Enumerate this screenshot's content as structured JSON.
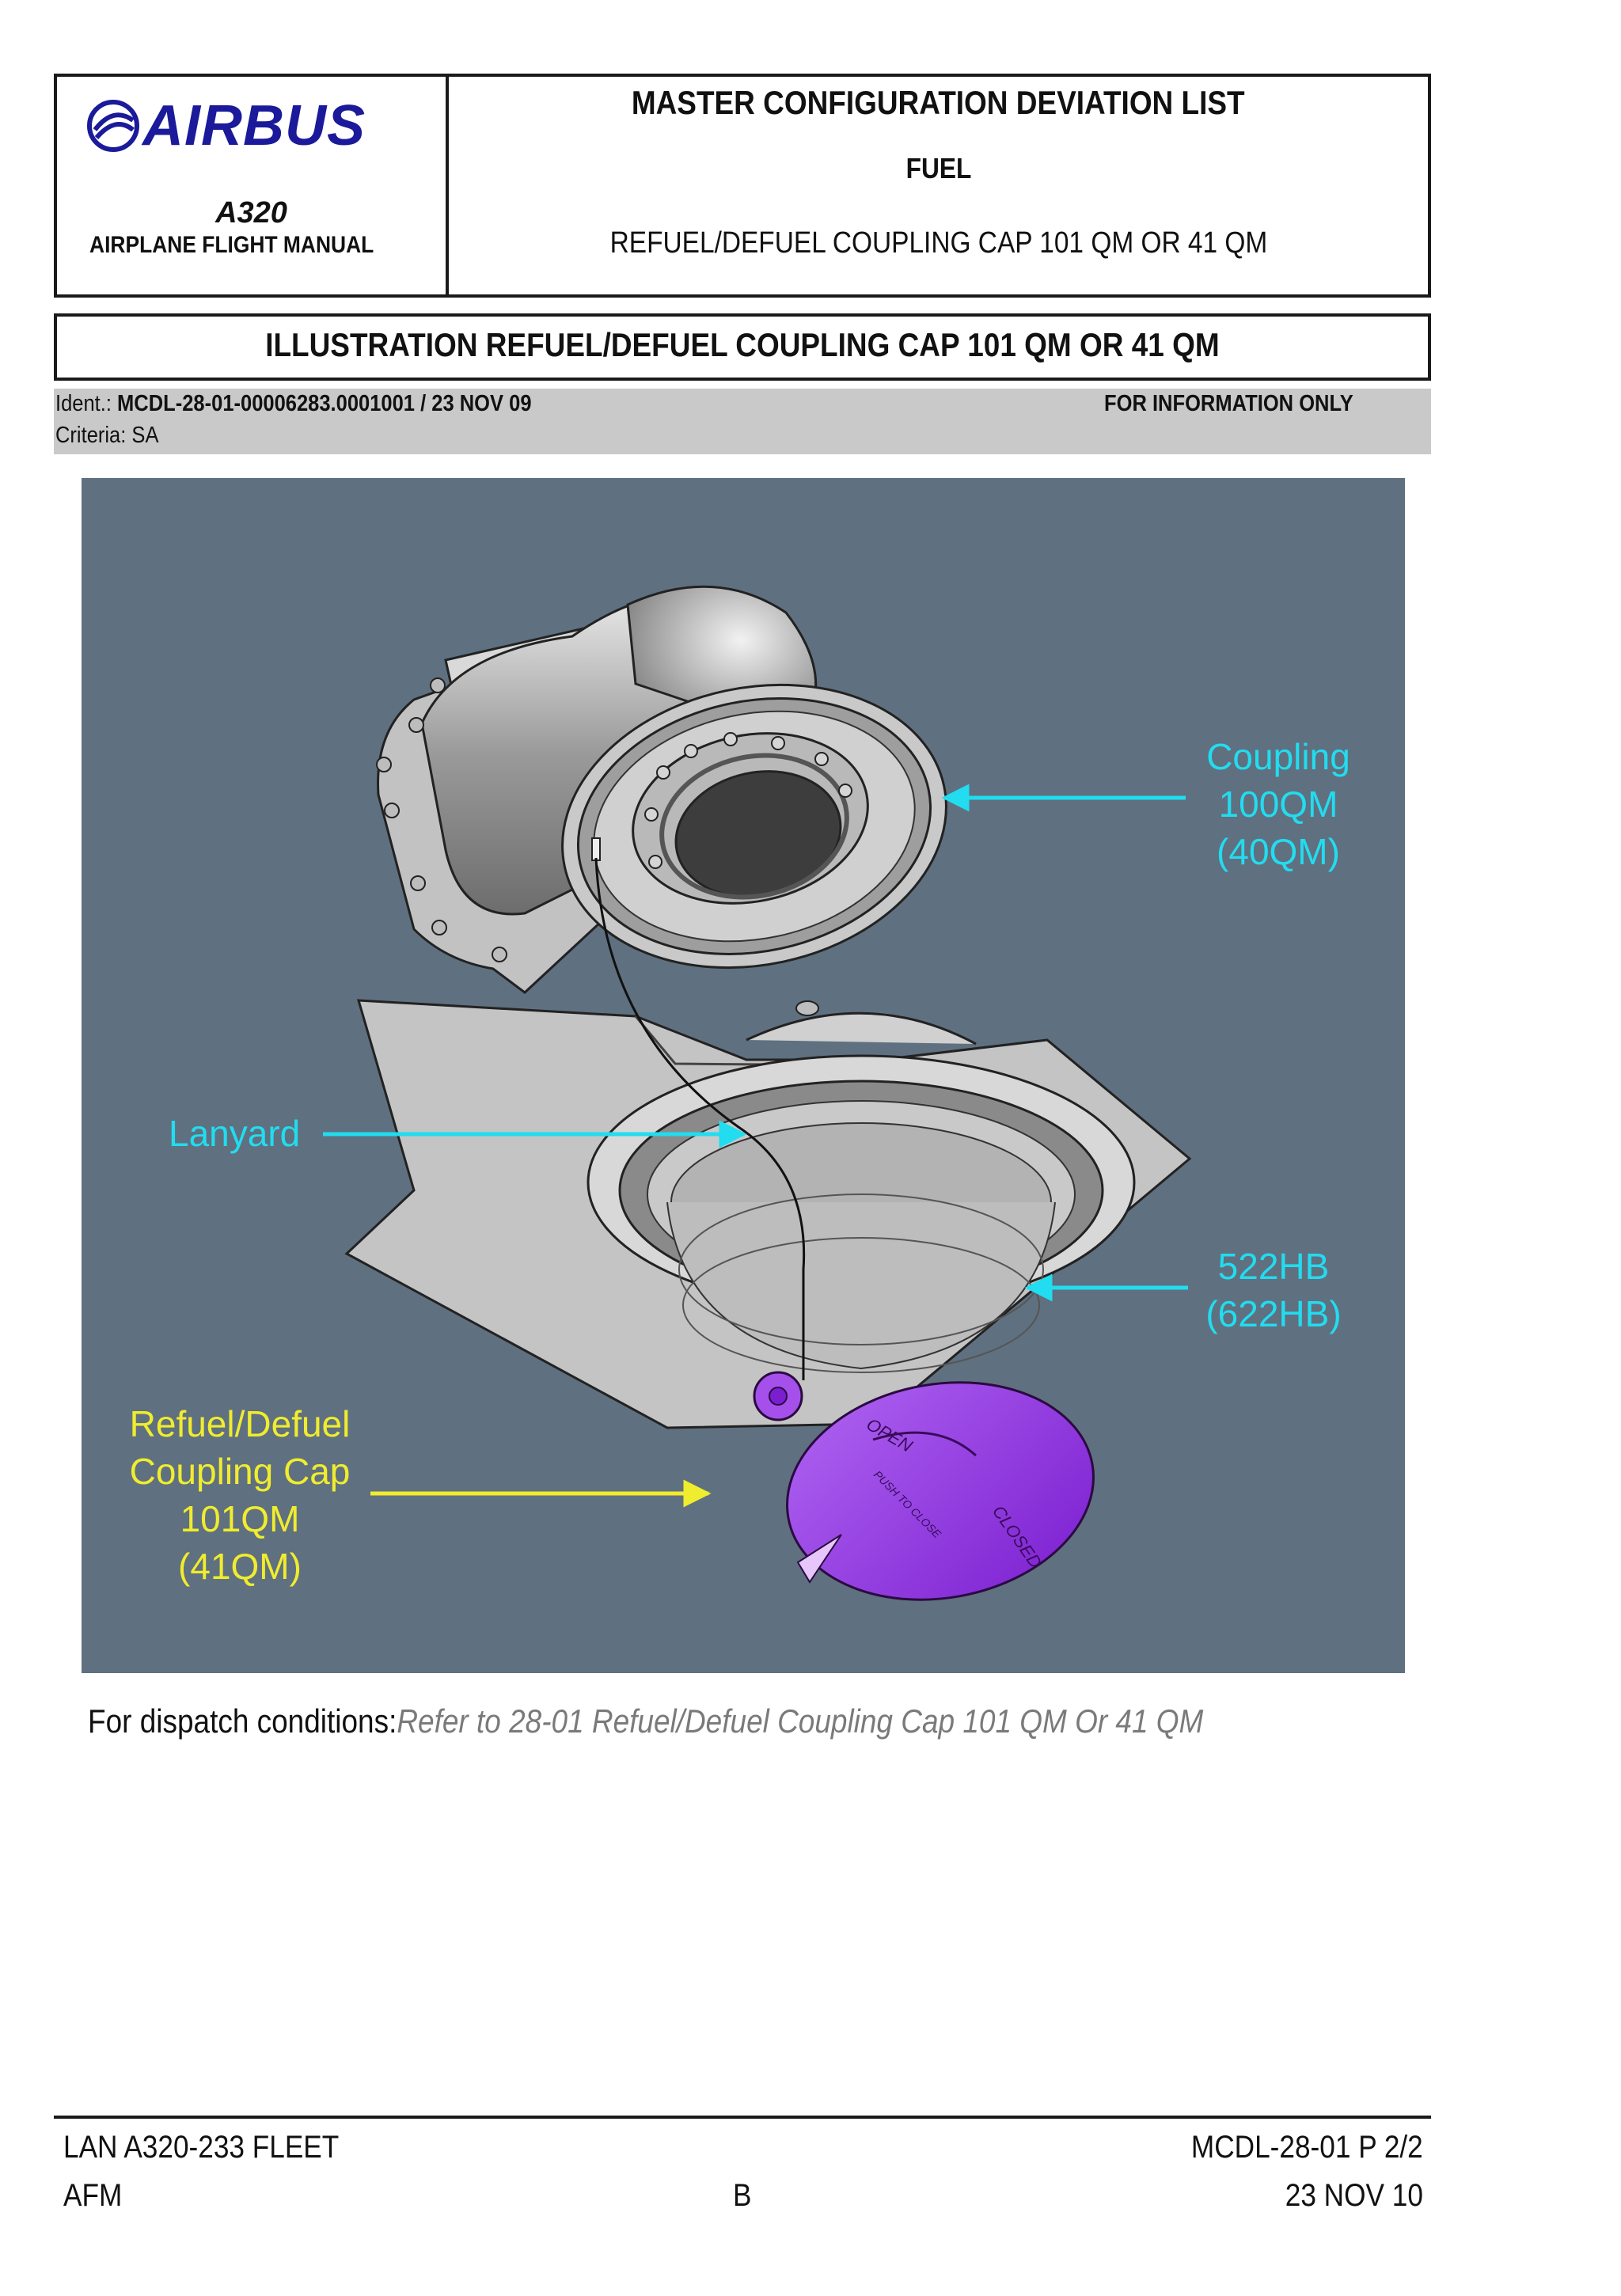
{
  "header": {
    "logo_text": "AIRBUS",
    "model": "A320",
    "manual": "AIRPLANE FLIGHT MANUAL",
    "doc_title": "MASTER CONFIGURATION DEVIATION LIST",
    "chapter": "FUEL",
    "subject": "REFUEL/DEFUEL COUPLING CAP 101 QM OR 41 QM"
  },
  "illustration_title": "ILLUSTRATION REFUEL/DEFUEL COUPLING CAP 101 QM OR 41 QM",
  "ident": {
    "label": "Ident.: ",
    "value": "MCDL-28-01-00006283.0001001 / 23 NOV 09",
    "criteria": "Criteria: SA",
    "notice": "FOR INFORMATION ONLY"
  },
  "figure": {
    "labels": {
      "coupling": [
        "Coupling",
        "100QM",
        "(40QM)"
      ],
      "lanyard": "Lanyard",
      "panel": [
        "522HB",
        "(622HB)"
      ],
      "cap": [
        "Refuel/Defuel",
        "Coupling Cap",
        "101QM",
        "(41QM)"
      ]
    },
    "cap_markings": {
      "open": "OPEN",
      "closed": "CLOSED",
      "push": "PUSH TO CLOSE"
    },
    "colors": {
      "background": "#5f7080",
      "cyan_labels": "#22dcef",
      "yellow_label": "#f0ec2e",
      "cap": "#9a3fe0"
    }
  },
  "dispatch": {
    "prefix": "For dispatch conditions:",
    "reference": "Refer to 28-01 Refuel/Defuel Coupling Cap 101 QM Or 41 QM"
  },
  "footer": {
    "fleet": "LAN A320-233 FLEET",
    "afm": "AFM",
    "revision": "B",
    "page_ref": "MCDL-28-01 P 2/2",
    "date": "23 NOV 10"
  }
}
